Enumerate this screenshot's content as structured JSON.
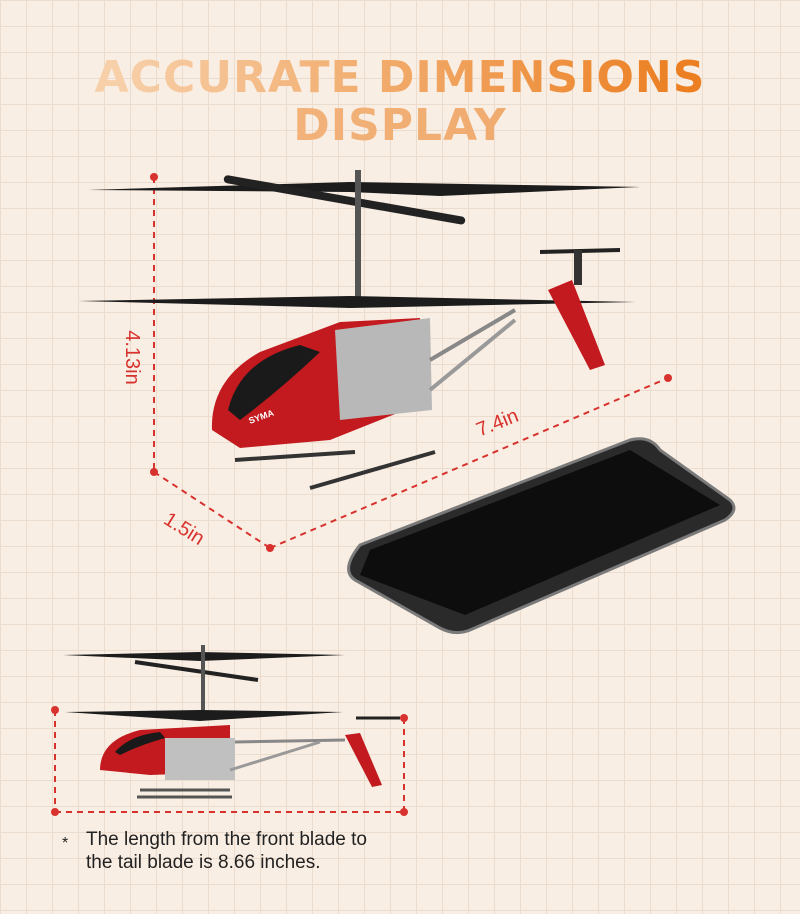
{
  "title": {
    "line1": "ACCURATE DIMENSIONS",
    "line2": "DISPLAY"
  },
  "dimensions": {
    "height": "4.13in",
    "length": "7.4in",
    "width": "1.5in"
  },
  "brand_logo": "SYMA",
  "note": {
    "bullet": "*",
    "line1": "The length from the front blade to",
    "line2": "the tail blade is 8.66 inches."
  },
  "colors": {
    "accent": "#d8322e",
    "title_start": "#f7cfa8",
    "title_end": "#ec7f22",
    "helicopter": "#c21a1e"
  }
}
